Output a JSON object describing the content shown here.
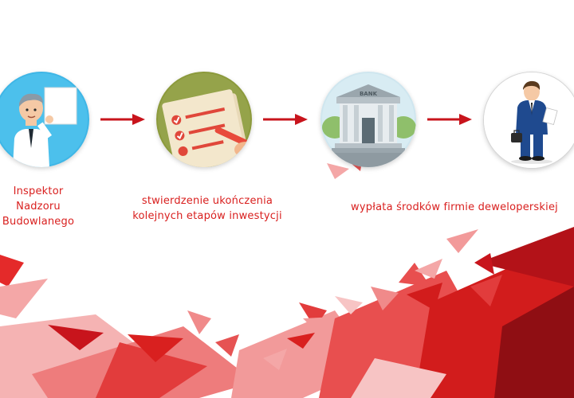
{
  "colors": {
    "accent": "#d9201f",
    "arrow": "#c8141c"
  },
  "steps": [
    {
      "icon": "inspector-icon",
      "lines": [
        "Inspektor",
        "Nadzoru",
        "Budowlanego"
      ]
    },
    {
      "icon": "checklist-icon",
      "lines": [
        "stwierdzenie ukończenia",
        "kolejnych etapów inwestycji"
      ]
    },
    {
      "icon": "bank-icon",
      "sign": "BANK",
      "lines": [
        "wypłata środków firmie deweloperskiej"
      ]
    },
    {
      "icon": "businessman-icon",
      "lines": []
    }
  ]
}
